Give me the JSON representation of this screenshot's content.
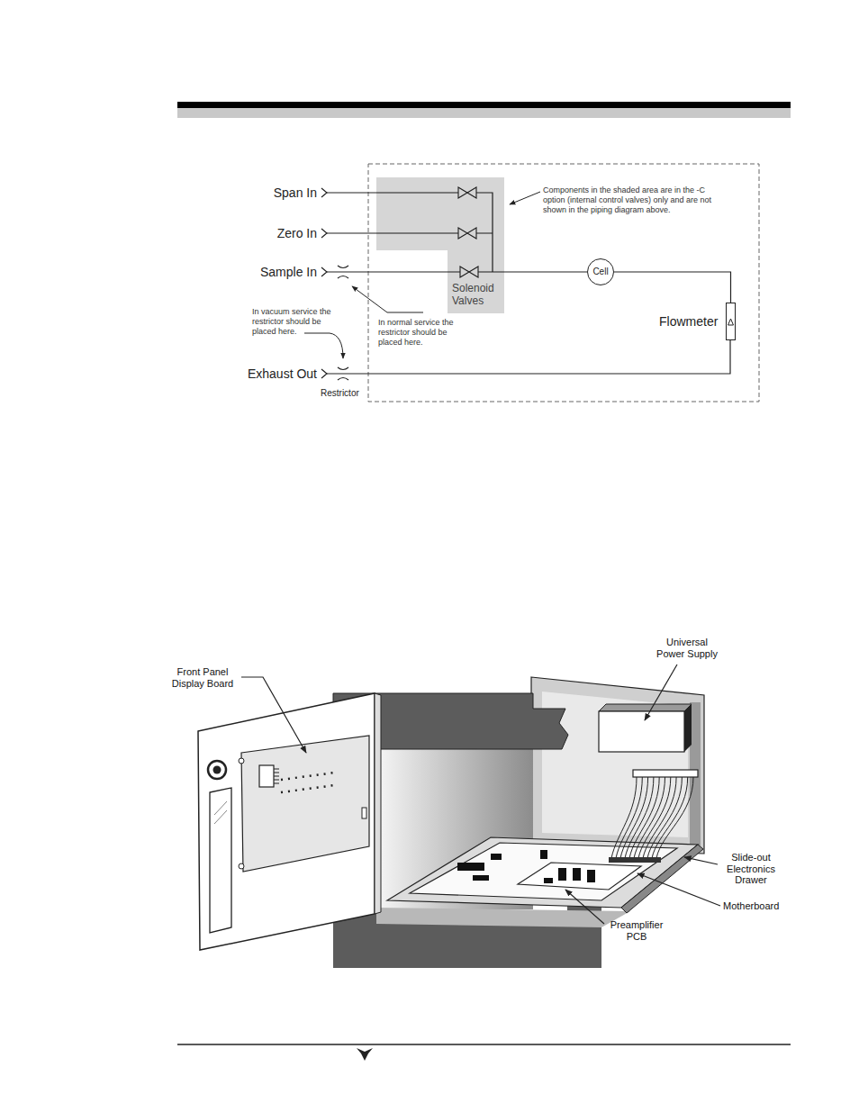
{
  "diagram": {
    "nodes": [
      {
        "text": [
          "Solenoid Valves"
        ]
      },
      {
        "text": [
          "Cell"
        ]
      },
      {
        "text": [
          "Flowmeter"
        ]
      }
    ],
    "edges": [
      {
        "from": 0,
        "to": 1,
        "arrow": "none"
      },
      {
        "from": 1,
        "to": 2,
        "arrow": "none"
      }
    ],
    "labels": [
      "Span In",
      "Zero In",
      "Sample In",
      "Exhaust Out",
      "Restrictor",
      "Components in the shaded area are in the -C option (internal control valves) only and are not shown in the piping diagram above.",
      "In vacuum service the restrictor should be placed here.",
      "In normal service the restrictor should be placed here.",
      "Universal Power Supply",
      "Front Panel Display Board",
      "Slide-out Electronics Drawer",
      "Motherboard",
      "Preamplifier PCB"
    ]
  }
}
